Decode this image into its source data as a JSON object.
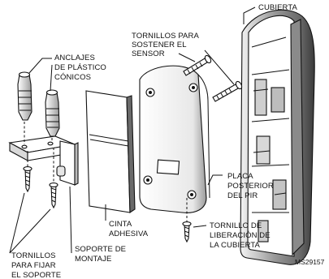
{
  "labels": {
    "cover": "CUBIERTA",
    "sensor_screws": [
      "TORNILLOS PARA",
      "SOSTENER EL",
      "SENSOR"
    ],
    "anchors": [
      "ANCLAJES",
      "DE PLÁSTICO",
      "CÓNICOS"
    ],
    "adhesive_tape": [
      "CINTA",
      "ADHESIVA"
    ],
    "back_plate": [
      "PLACA",
      "POSTERIOR",
      "DEL PIR"
    ],
    "cover_release_screw": [
      "TORNILLO DE",
      "LIBERACIÓN DE",
      "LA CUBIERTA"
    ],
    "mount_screws": [
      "TORNILLOS",
      "PARA FIJAR",
      "EL SOPORTE"
    ],
    "mounting_bracket": [
      "SOPORTE DE",
      "MONTAJE"
    ]
  },
  "figure_code": "MS29157"
}
